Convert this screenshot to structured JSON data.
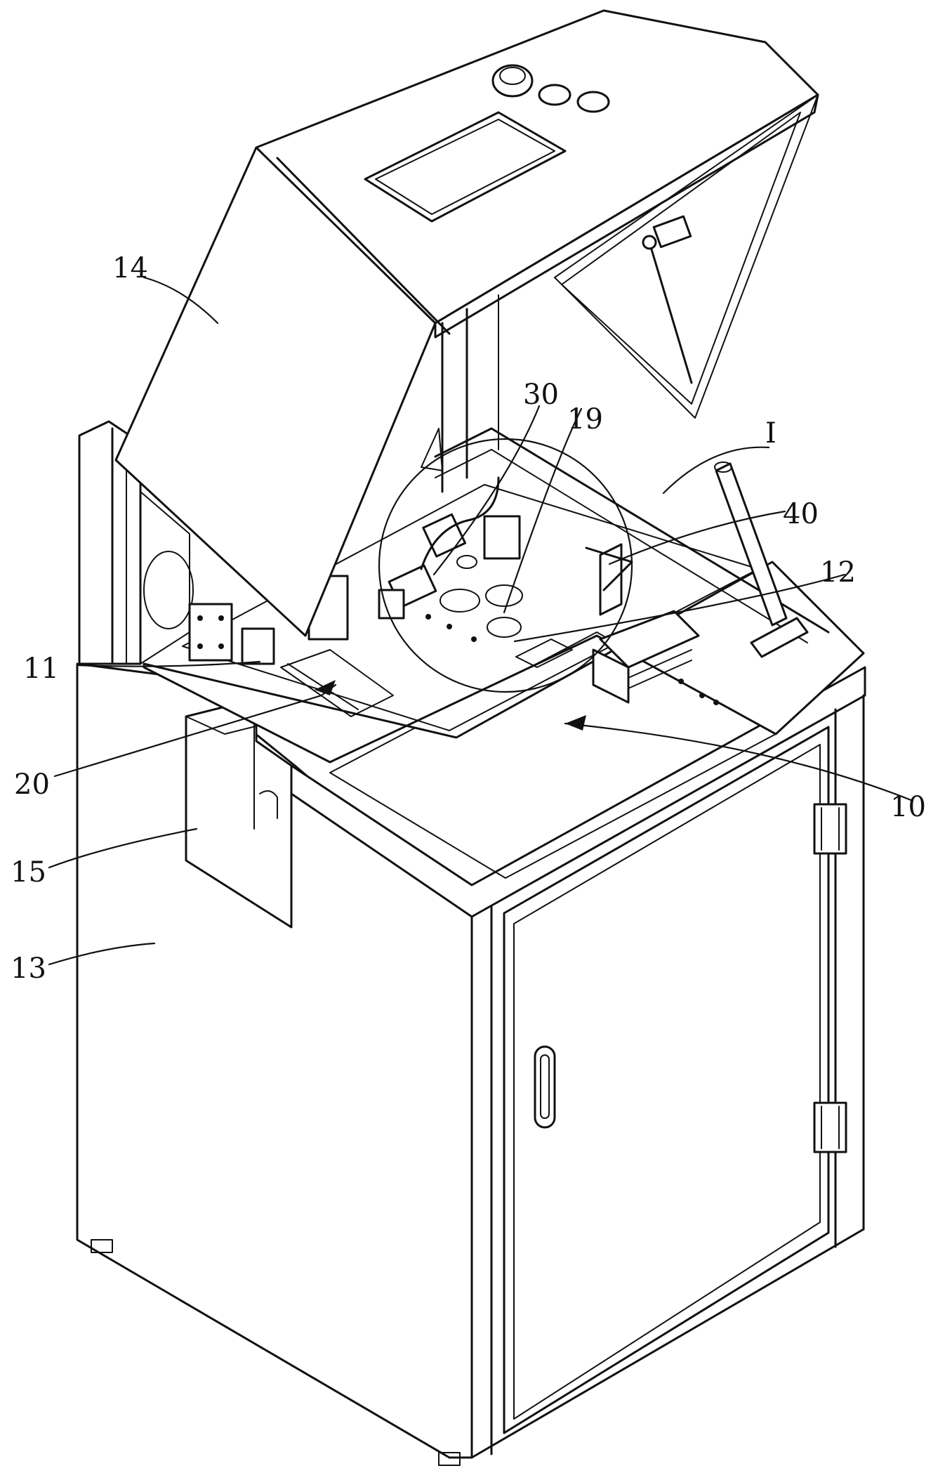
{
  "figure": {
    "labels": {
      "l14": "14",
      "l30": "30",
      "l19": "19",
      "lI": "I",
      "l40": "40",
      "l12": "12",
      "l11": "11",
      "l20": "20",
      "l10": "10",
      "l15": "15",
      "l13": "13"
    }
  }
}
